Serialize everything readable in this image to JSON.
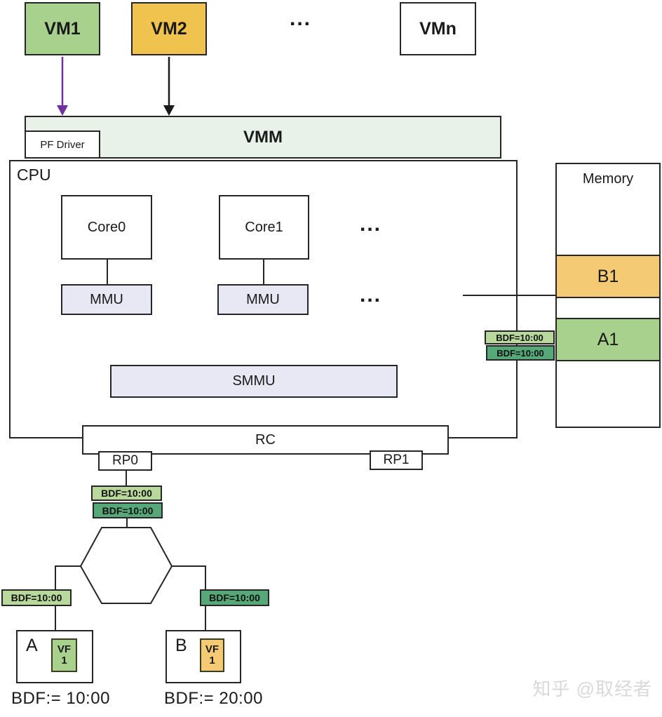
{
  "vms": {
    "vm1": "VM1",
    "vm2": "VM2",
    "ellipsis": "...",
    "vmn": "VMn"
  },
  "vmm": {
    "label": "VMM",
    "pf_driver": "PF Driver"
  },
  "cpu": {
    "label": "CPU",
    "core0": "Core0",
    "core1": "Core1",
    "mmu0": "MMU",
    "mmu1": "MMU",
    "cores_ellipsis": "...",
    "mmu_ellipsis": "...",
    "smmu": "SMMU"
  },
  "rc": {
    "label": "RC",
    "rp0": "RP0",
    "rp1": "RP1"
  },
  "memory": {
    "title": "Memory",
    "region_b1": "B1",
    "region_a1": "A1"
  },
  "bdf": {
    "mem_light": "BDF=10:00",
    "mem_dark": "BDF=10:00",
    "rp0_light": "BDF=10:00",
    "rp0_dark": "BDF=10:00",
    "dev_a": "BDF=10:00",
    "dev_b": "BDF=10:00"
  },
  "devices": {
    "a": {
      "label": "A",
      "vf_label": "VF",
      "vf_num": "1",
      "bdf_assign": "BDF:= 10:00"
    },
    "b": {
      "label": "B",
      "vf_label": "VF",
      "vf_num": "1",
      "bdf_assign": "BDF:= 20:00"
    }
  },
  "watermark": "知乎 @取经者",
  "colors": {
    "green": "#a9d18e",
    "orange": "#f0c24e",
    "light_orange": "#f5ca74",
    "vmm_bg": "#e9f2e9",
    "mmu_bg": "#e7e8f4",
    "bdf_light_green": "#b9d89b",
    "bdf_dark_green": "#57a878",
    "arrow_purple": "#7030a0",
    "border": "#262626",
    "watermark_gray": "#d9d9d9"
  }
}
